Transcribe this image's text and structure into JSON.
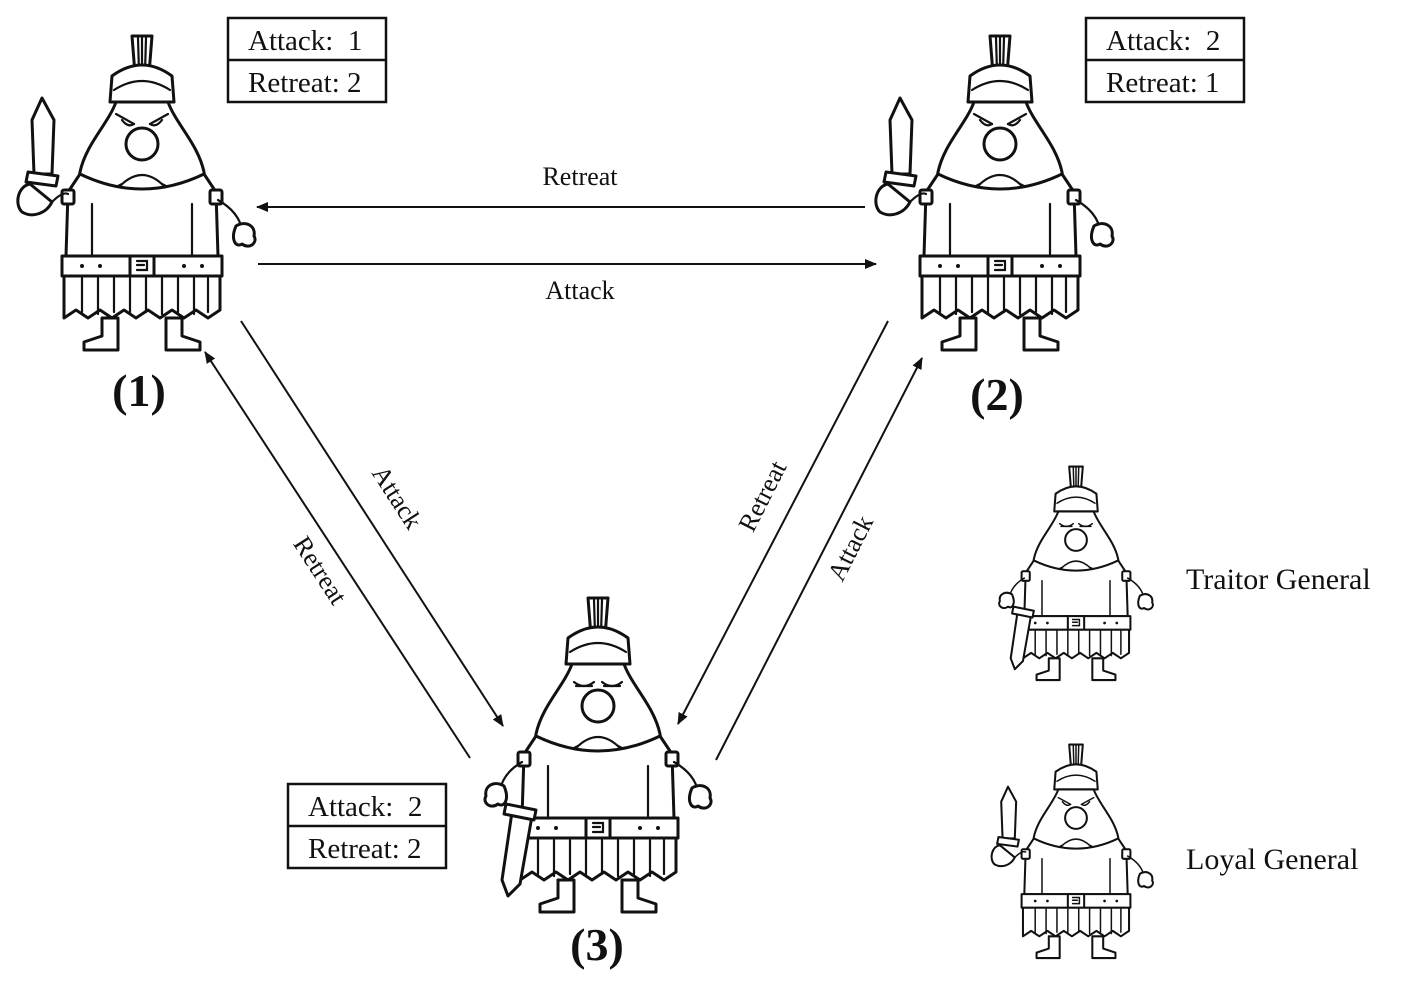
{
  "generals": [
    {
      "id": "1",
      "label": "(1)",
      "type": "loyal",
      "attack_text": "Attack:  1",
      "retreat_text": "Retreat: 2"
    },
    {
      "id": "2",
      "label": "(2)",
      "type": "loyal",
      "attack_text": "Attack:  2",
      "retreat_text": "Retreat: 1"
    },
    {
      "id": "3",
      "label": "(3)",
      "type": "traitor",
      "attack_text": "Attack:  2",
      "retreat_text": "Retreat: 2"
    }
  ],
  "messages": [
    {
      "from": "2",
      "to": "1",
      "label": "Retreat"
    },
    {
      "from": "1",
      "to": "2",
      "label": "Attack"
    },
    {
      "from": "1",
      "to": "3",
      "label": "Attack"
    },
    {
      "from": "3",
      "to": "1",
      "label": "Retreat"
    },
    {
      "from": "2",
      "to": "3",
      "label": "Retreat"
    },
    {
      "from": "3",
      "to": "2",
      "label": "Attack"
    }
  ],
  "legend": {
    "traitor_label": "Traitor General",
    "loyal_label": "Loyal General"
  }
}
